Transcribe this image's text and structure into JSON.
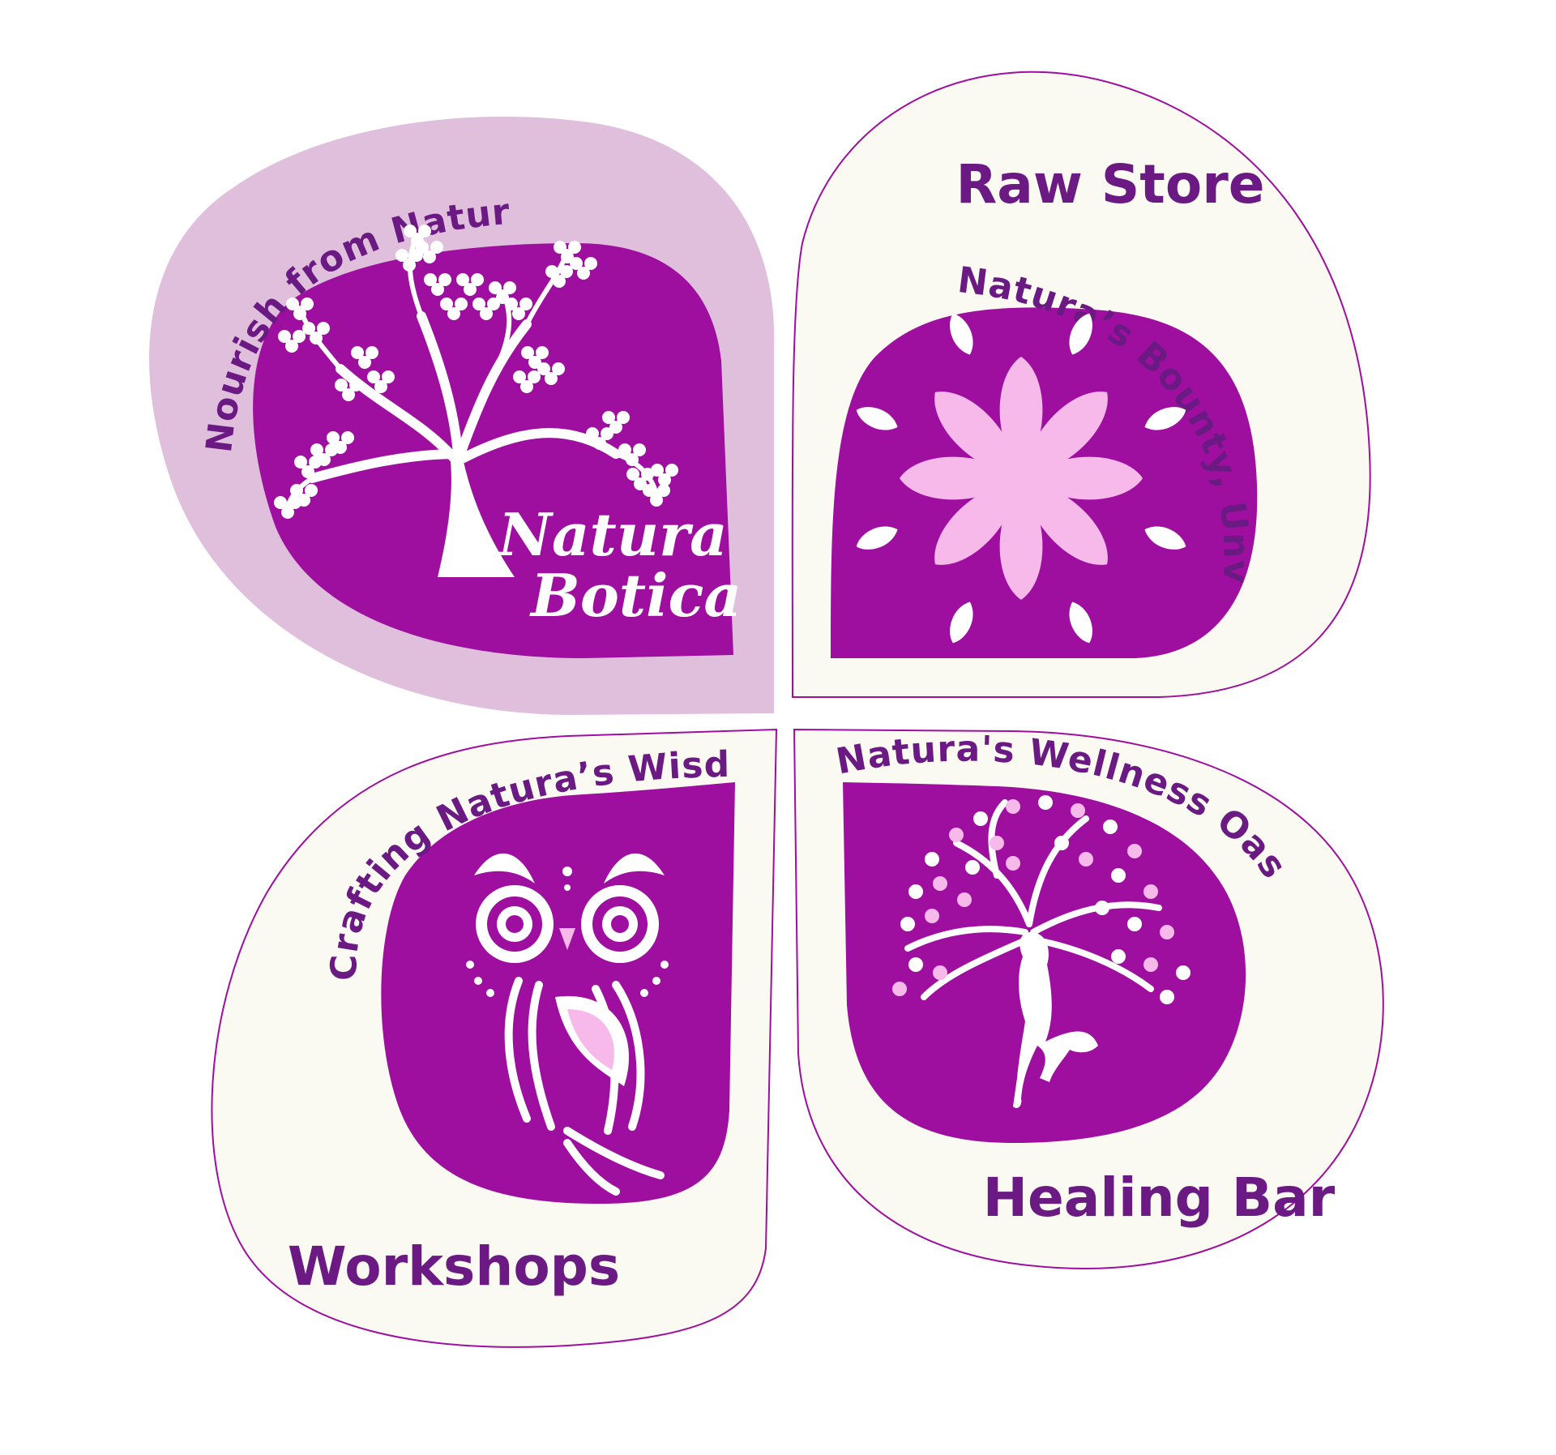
{
  "colors": {
    "deep_purple": "#9e0fa0",
    "text_purple": "#6a1a82",
    "light_lavender": "#dfbfdc",
    "cream": "#fbfaf2",
    "pink": "#f6b9ea",
    "white": "#ffffff"
  },
  "petals": {
    "nourish": {
      "tagline": "Nourish from Nature",
      "brand_line1": "Natura",
      "brand_line2": "Botica",
      "icon": "tree-icon"
    },
    "raw_store": {
      "title": "Raw Store",
      "tagline": "Natura’s Bounty, Unveiled",
      "icon": "leaf-flower-icon"
    },
    "workshops": {
      "title": "Workshops",
      "tagline": "Crafting Natura’s Wisdom",
      "icon": "owl-icon"
    },
    "healing_bar": {
      "title": "Healing Bar",
      "tagline": "Natura's Wellness Oasis",
      "icon": "woman-tree-icon"
    }
  }
}
